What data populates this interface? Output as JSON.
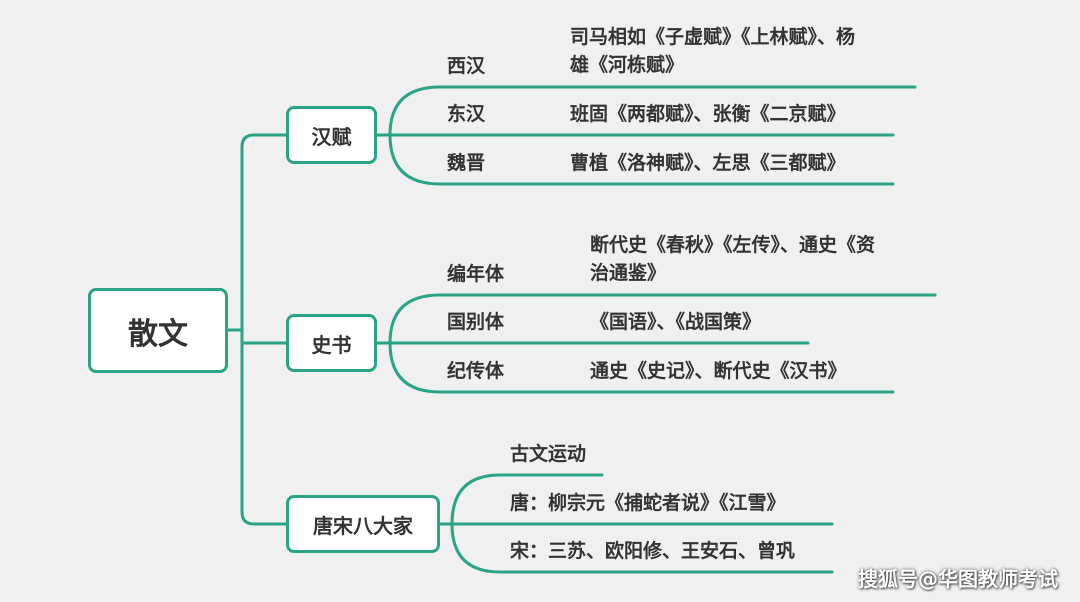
{
  "root": {
    "label": "散文"
  },
  "branches": [
    {
      "label": "汉赋",
      "items": [
        {
          "period": "西汉",
          "works_line1": "司马相如《子虚赋》《上林赋》、杨",
          "works_line2": "雄《河栋赋》"
        },
        {
          "period": "东汉",
          "works": "班固《两都赋》、张衡《二京赋》"
        },
        {
          "period": "魏晋",
          "works": "曹植《洛神赋》、左思《三都赋》"
        }
      ]
    },
    {
      "label": "史书",
      "items": [
        {
          "period": "编年体",
          "works_line1": "断代史《春秋》《左传》、通史《资",
          "works_line2": "治通鉴》"
        },
        {
          "period": "国别体",
          "works": "《国语》、《战国策》"
        },
        {
          "period": "纪传体",
          "works": "通史《史记》、断代史《汉书》"
        }
      ]
    },
    {
      "label": "唐宋八大家",
      "items": [
        {
          "text": "古文运动"
        },
        {
          "text": "唐：柳宗元《捕蛇者说》《江雪》"
        },
        {
          "text": "宋：三苏、欧阳修、王安石、曾巩"
        }
      ]
    }
  ],
  "watermark": "搜狐号@华图教师考试",
  "colors": {
    "line": "#29a586",
    "background": "#f0f0f0",
    "node_fill": "#ffffff",
    "text": "#333333"
  }
}
